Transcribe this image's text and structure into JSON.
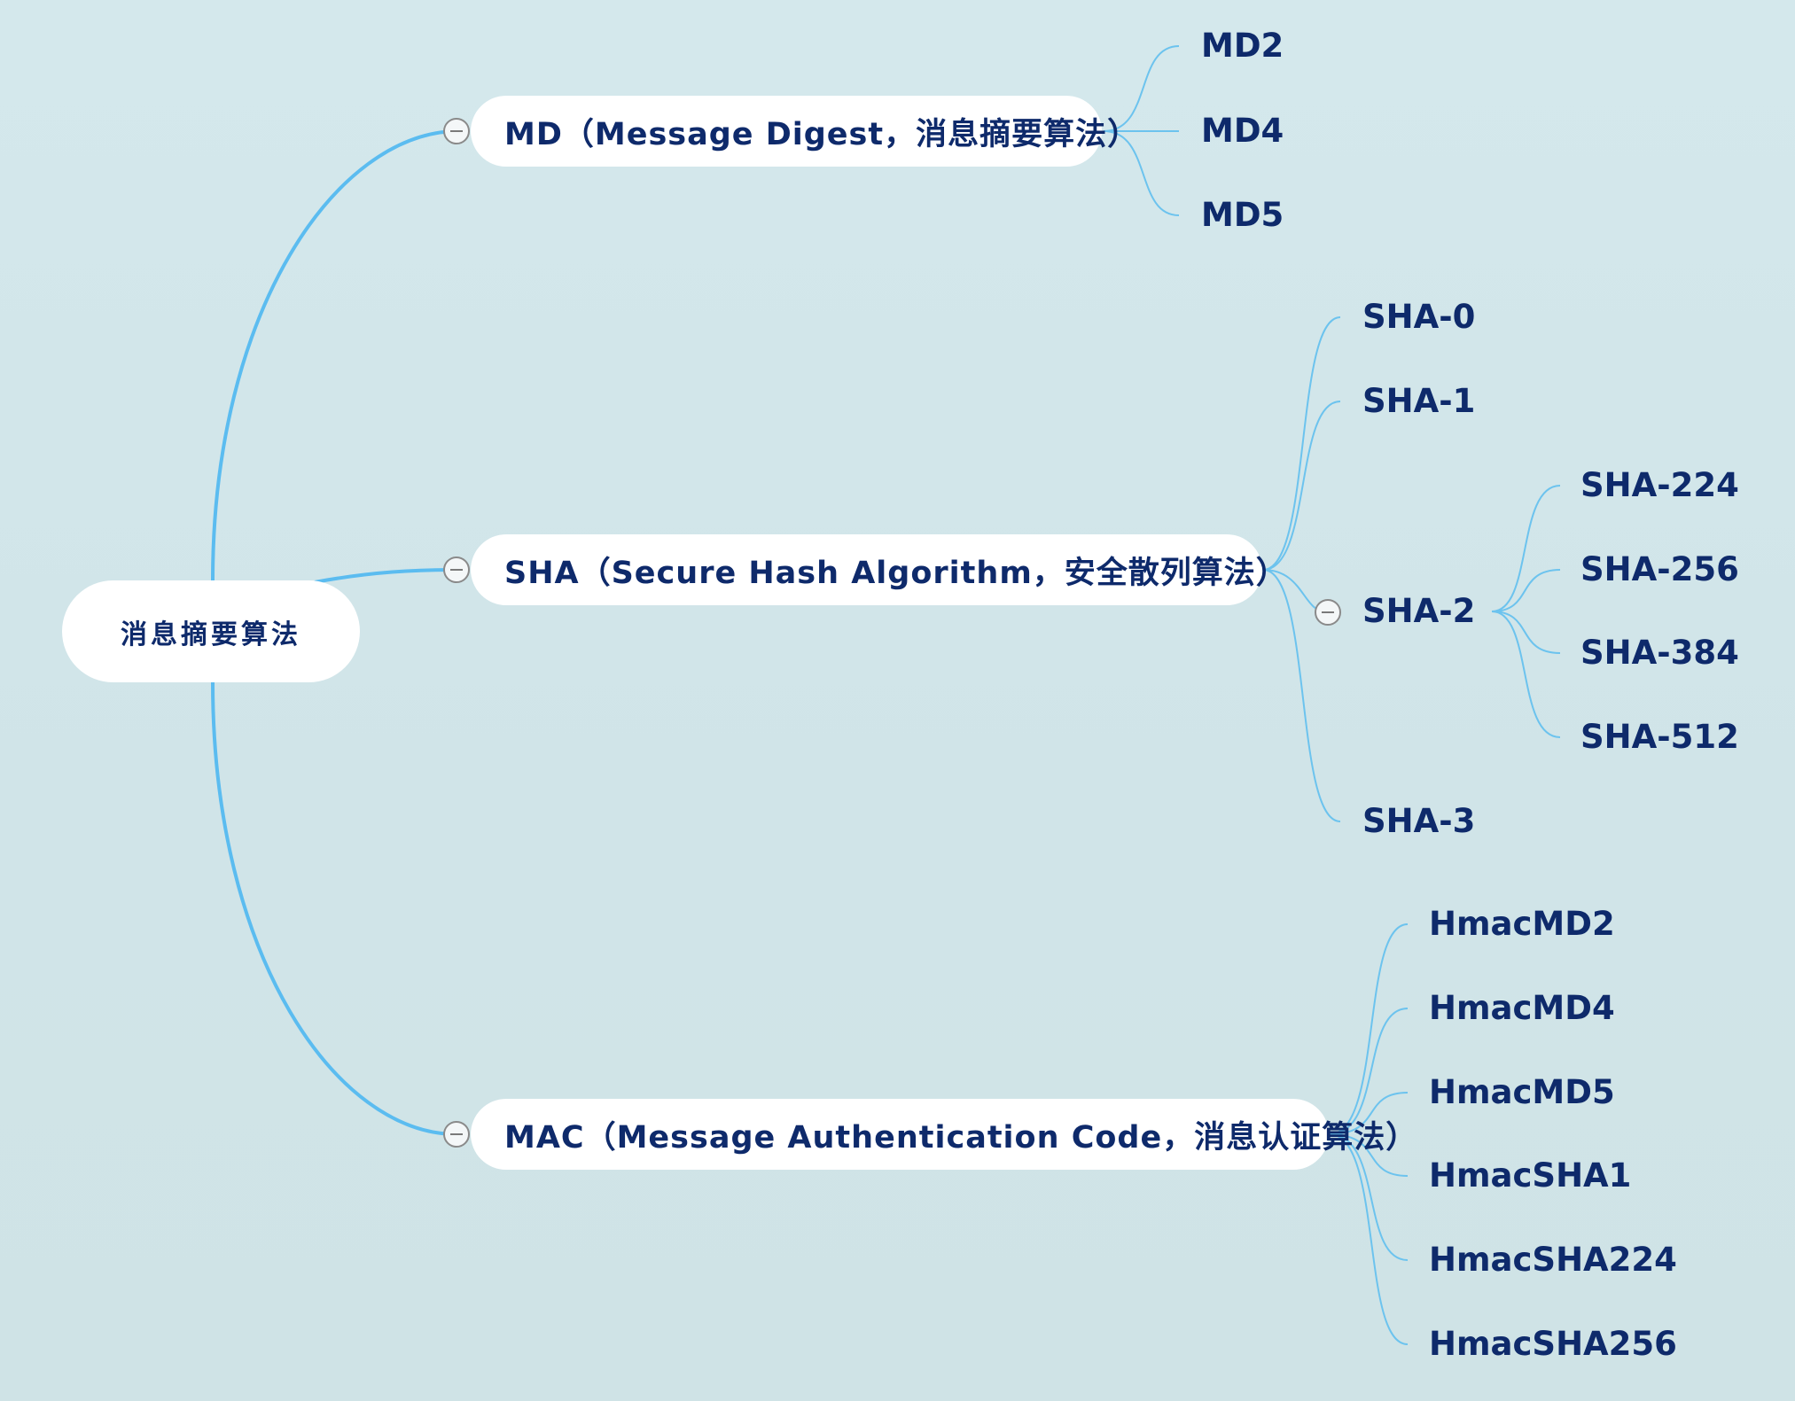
{
  "root": {
    "label": "消息摘要算法"
  },
  "branches": [
    {
      "label": "MD（Message Digest，消息摘要算法）",
      "children": [
        "MD2",
        "MD4",
        "MD5"
      ]
    },
    {
      "label": "SHA（Secure Hash Algorithm，安全散列算法）",
      "children": [
        "SHA-0",
        "SHA-1",
        "SHA-2",
        "SHA-3"
      ],
      "sub": {
        "label": "SHA-2",
        "children": [
          "SHA-224",
          "SHA-256",
          "SHA-384",
          "SHA-512"
        ]
      }
    },
    {
      "label": "MAC（Message Authentication Code，消息认证算法）",
      "children": [
        "HmacMD2",
        "HmacMD4",
        "HmacMD5",
        "HmacSHA1",
        "HmacSHA224",
        "HmacSHA256"
      ]
    }
  ],
  "colors": {
    "main_link": "#5bbcf0",
    "leaf_link": "#6cc3ee",
    "text": "#0e2a6b",
    "node_bg": "#ffffff"
  }
}
